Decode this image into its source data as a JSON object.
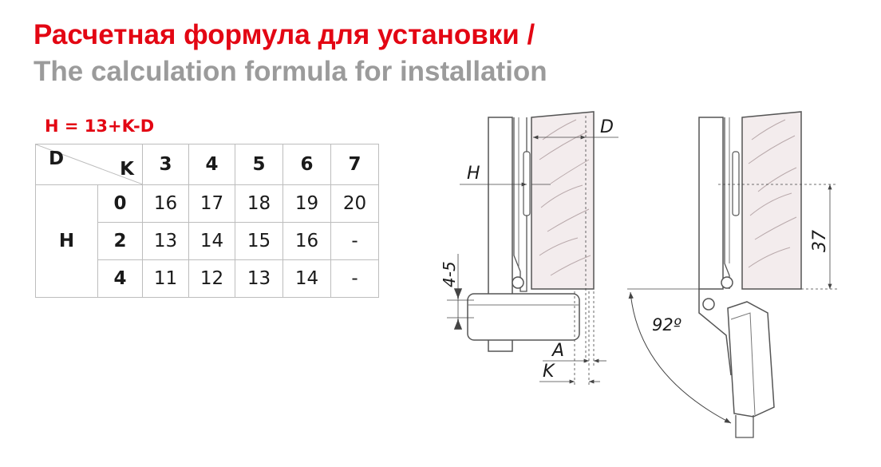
{
  "title_ru": "Расчетная формула для установки /",
  "title_en": "The calculation formula for installation",
  "formula": "H = 13+K-D",
  "table": {
    "corner_d": "D",
    "corner_k": "K",
    "col_headers": [
      "3",
      "4",
      "5",
      "6",
      "7"
    ],
    "row_label": "H",
    "rows": [
      {
        "k": "0",
        "values": [
          "16",
          "17",
          "18",
          "19",
          "20"
        ]
      },
      {
        "k": "2",
        "values": [
          "13",
          "14",
          "15",
          "16",
          "-"
        ]
      },
      {
        "k": "4",
        "values": [
          "11",
          "12",
          "13",
          "14",
          "-"
        ]
      }
    ]
  },
  "diagram": {
    "labels": {
      "d": "D",
      "h": "H",
      "a": "A",
      "k": "K",
      "gap": "4-5",
      "height": "37",
      "angle": "92º"
    }
  },
  "colors": {
    "accent": "#e30613",
    "subtitle": "#9b9b9b",
    "line": "#444444",
    "glass": "#f3eced"
  }
}
